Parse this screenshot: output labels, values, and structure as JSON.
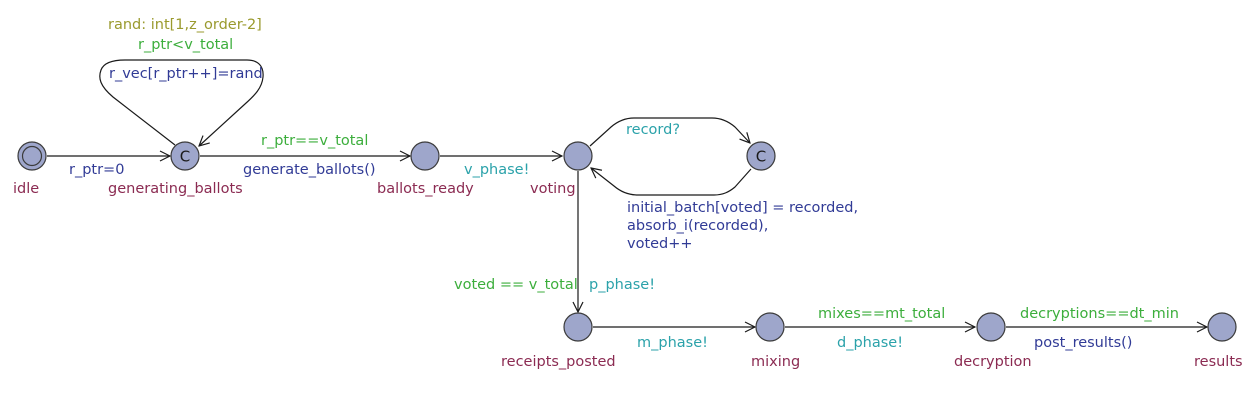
{
  "colors": {
    "location": "#8b2b52",
    "guard": "#3cae3c",
    "sync": "#2ba2aa",
    "update": "#313b96",
    "select": "#9a9a2e",
    "node_fill": "#9ea6cb"
  },
  "locations": {
    "idle": "idle",
    "generating_ballots": "generating_ballots",
    "ballots_ready": "ballots_ready",
    "voting": "voting",
    "receipts_posted": "receipts_posted",
    "mixing": "mixing",
    "decryption": "decryption",
    "results": "results"
  },
  "committed_marker": "C",
  "edges": {
    "idle_to_generating": {
      "update": "r_ptr=0"
    },
    "generating_self_loop": {
      "select": "rand: int[1,z_order-2]",
      "guard": "r_ptr<v_total",
      "update": "r_vec[r_ptr++]=rand"
    },
    "generating_to_ready": {
      "guard": "r_ptr==v_total",
      "update": "generate_ballots()"
    },
    "ready_to_voting": {
      "sync": "v_phase!"
    },
    "voting_to_committed": {
      "sync": "record?"
    },
    "committed_to_voting": {
      "update_lines": [
        "initial_batch[voted] = recorded,",
        "absorb_i(recorded),",
        "voted++"
      ]
    },
    "voting_to_receipts": {
      "guard": "voted == v_total",
      "sync": "p_phase!"
    },
    "receipts_to_mixing": {
      "sync": "m_phase!"
    },
    "mixing_to_decryption": {
      "guard": "mixes==mt_total",
      "sync": "d_phase!"
    },
    "decryption_to_results": {
      "guard": "decryptions==dt_min",
      "update": "post_results()"
    }
  }
}
